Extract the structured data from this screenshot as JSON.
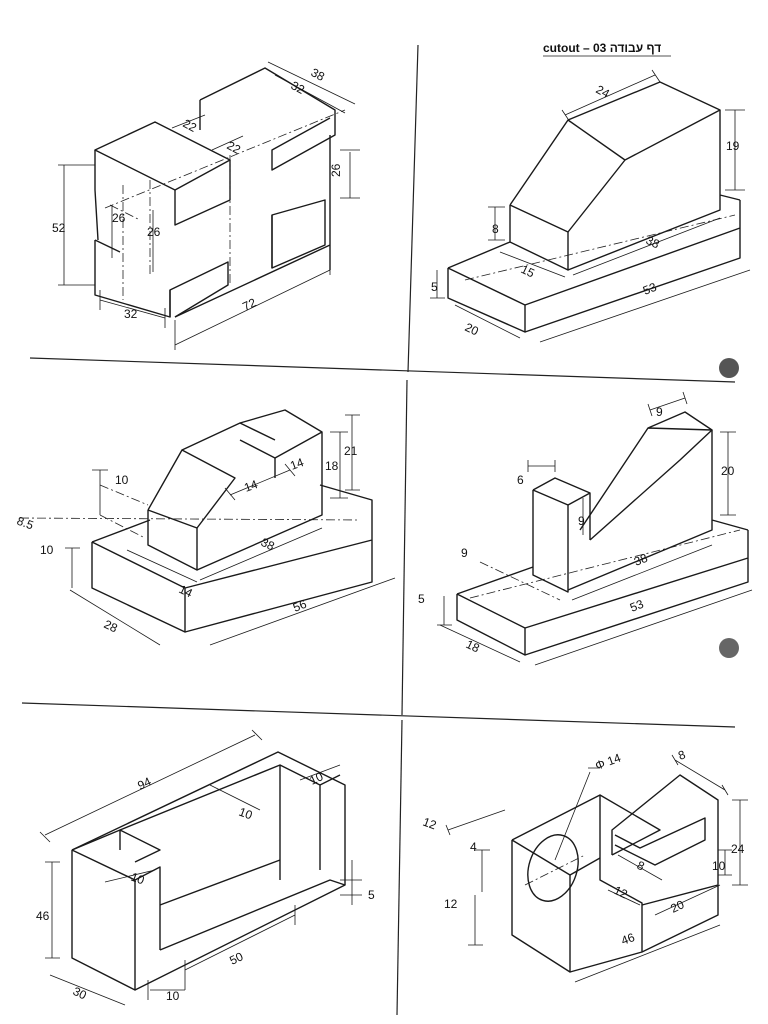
{
  "header": {
    "title": "cutout – 03 דף עבודה"
  },
  "views": [
    {
      "id": "view-1",
      "dims": [
        "38",
        "32",
        "22",
        "22",
        "26",
        "52",
        "26",
        "26",
        "32",
        "72"
      ]
    },
    {
      "id": "view-2",
      "dims": [
        "24",
        "19",
        "8",
        "38",
        "15",
        "5",
        "53",
        "20"
      ]
    },
    {
      "id": "view-3",
      "dims": [
        "10",
        "14",
        "14",
        "18",
        "21",
        "8.5",
        "10",
        "38",
        "14",
        "28",
        "56"
      ]
    },
    {
      "id": "view-4",
      "dims": [
        "9",
        "6",
        "20",
        "9",
        "9",
        "38",
        "5",
        "53",
        "18"
      ]
    },
    {
      "id": "view-5",
      "dims": [
        "94",
        "10",
        "10",
        "10",
        "46",
        "5",
        "50",
        "10",
        "30"
      ]
    },
    {
      "id": "view-6",
      "dims": [
        "Φ 14",
        "8",
        "12",
        "24",
        "4",
        "8",
        "10",
        "12",
        "12",
        "20",
        "46"
      ]
    }
  ]
}
